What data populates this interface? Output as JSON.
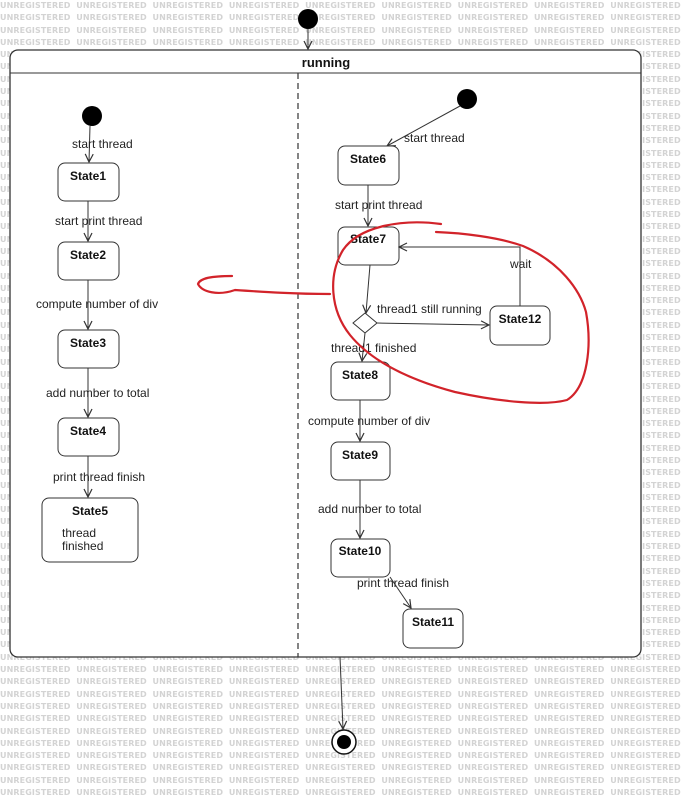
{
  "watermark": "UNREGISTERED",
  "composite": {
    "title": "running"
  },
  "left": {
    "transitions": [
      "start thread",
      "start print thread",
      "compute number of div",
      "add number to total",
      "print thread finish"
    ],
    "states": [
      "State1",
      "State2",
      "State3",
      "State4",
      "State5"
    ],
    "state5_body": [
      "thread",
      "finished"
    ]
  },
  "right": {
    "transitions": [
      "start thread",
      "start print thread",
      "thread1 still running",
      "wait",
      "thread1 finished",
      "compute number of div",
      "add number to total",
      "print thread finish"
    ],
    "states": [
      "State6",
      "State7",
      "State12",
      "State8",
      "State9",
      "State10",
      "State11"
    ]
  },
  "colors": {
    "annotation": "#d2232a",
    "stroke": "#333333"
  }
}
